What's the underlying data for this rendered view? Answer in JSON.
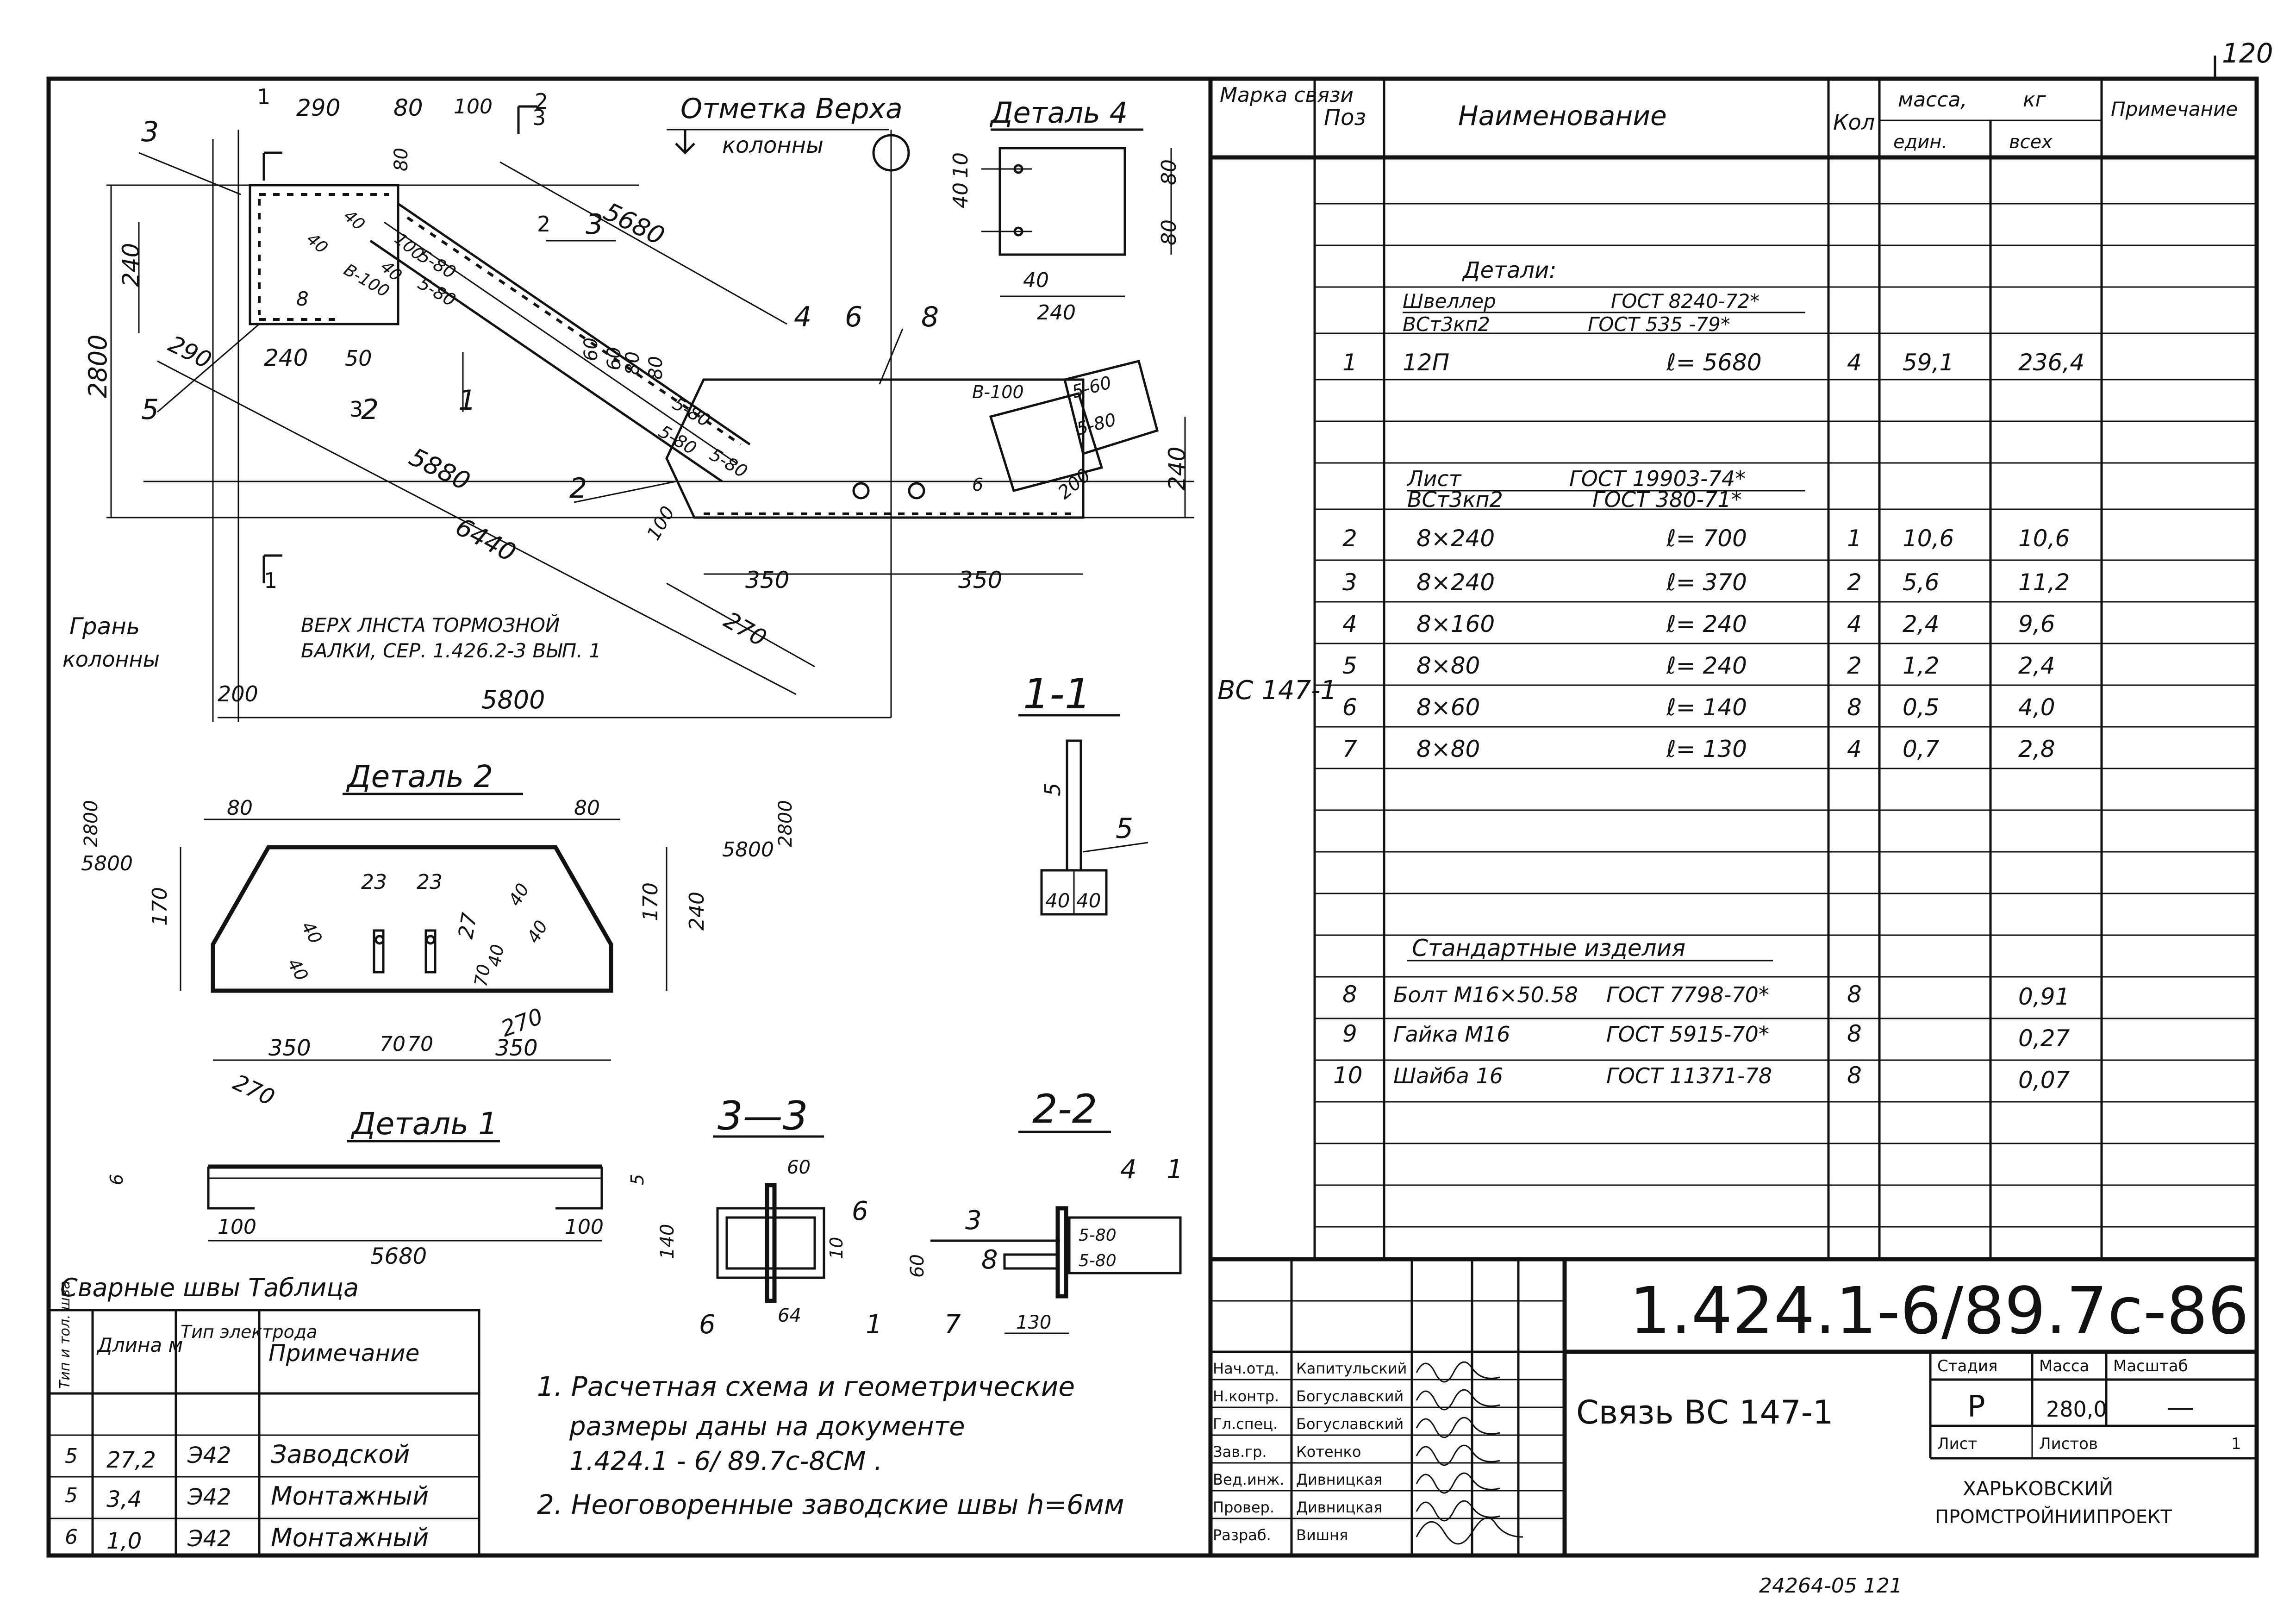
{
  "page_number": "120",
  "drawing": {
    "views": {
      "main": {
        "labels": {
          "column_top_mark_line1": "Отметка Верха",
          "column_top_mark_line2": "колонны",
          "column_face_line1": "Грань",
          "column_face_line2": "колонны",
          "brake_sheet_line1": "ВЕРХ ЛНСТА ТОРМОЗНОЙ",
          "brake_sheet_line2": "БАЛКИ, СЕР. 1.426.2-3 ВЫП. 1"
        },
        "dims": [
          "290",
          "80",
          "100",
          "5680",
          "240",
          "2800",
          "290",
          "240",
          "50",
          "5880",
          "6440",
          "350",
          "350",
          "270",
          "200",
          "5800",
          "80",
          "40",
          "40",
          "40",
          "100",
          "60",
          "60",
          "80",
          "80",
          "8",
          "5-80",
          "5-80",
          "5-80",
          "5-80",
          "5-80",
          "B-100",
          "B-100",
          "5-60",
          "5-80",
          "6",
          "100",
          "240",
          "200"
        ],
        "pos_marks": [
          "3",
          "5",
          "1",
          "2",
          "3",
          "4",
          "6",
          "8",
          "2",
          "4"
        ],
        "section_marks": [
          "1",
          "1",
          "2",
          "2",
          "3",
          "3"
        ]
      },
      "detail4": {
        "title": "Деталь 4",
        "dims": [
          "40",
          "10",
          "80",
          "80",
          "40",
          "240"
        ]
      },
      "section11": {
        "title": "1-1",
        "dims": [
          "40",
          "40",
          "5",
          "5"
        ]
      },
      "detail2": {
        "title": "Деталь 2",
        "dims": [
          "80",
          "80",
          "2800",
          "5800",
          "5800",
          "2800",
          "170",
          "240",
          "170",
          "40",
          "40",
          "23",
          "23",
          "27",
          "40",
          "40",
          "40",
          "70",
          "270",
          "350",
          "70",
          "70",
          "350",
          "270"
        ]
      },
      "detail1": {
        "title": "Деталь 1",
        "dims": [
          "6",
          "100",
          "100",
          "5680",
          "5"
        ]
      },
      "section33": {
        "title": "3—3",
        "dims": [
          "60",
          "140",
          "64",
          "10",
          "6",
          "6",
          "1"
        ]
      },
      "section22": {
        "title": "2-2",
        "dims": [
          "3",
          "4",
          "1",
          "60",
          "5-80",
          "5-80",
          "7",
          "130",
          "8"
        ]
      }
    },
    "welds_table": {
      "title": "Сварные швы  Таблица",
      "headers": [
        "Тип и тол. шва",
        "Длина м",
        "Тип электрода",
        "Примечание"
      ],
      "rows": [
        {
          "type": "5",
          "length": "27,2",
          "electrode": "Э42",
          "note": "Заводской"
        },
        {
          "type": "5",
          "length": "3,4",
          "electrode": "Э42",
          "note": "Монтажный"
        },
        {
          "type": "6",
          "length": "1,0",
          "electrode": "Э42",
          "note": "Монтажный"
        }
      ]
    },
    "notes": [
      "1. Расчетная схема и геометрические",
      "размеры даны на документе",
      "1.424.1 - 6/ 89.7с-8СМ .",
      "2. Неоговоренные заводские швы h=6мм"
    ]
  },
  "spec": {
    "headers": {
      "mark": "Марка связи",
      "pos": "Поз",
      "name": "Наименование",
      "qty": "Кол",
      "mass": "масса,",
      "mass_unit": "кг",
      "unit": "един.",
      "all": "всех",
      "note": "Примечание"
    },
    "mark": "ВС 147-1",
    "sections": [
      {
        "title": "Детали:",
        "std1_name": "Швеллер",
        "std1_gost": "ГОСТ 8240-72*",
        "std2_name": "ВСт3кп2",
        "std2_gost": "ГОСТ 535 -79*"
      },
      {
        "std1_name": "Лист",
        "std1_gost": "ГОСТ 19903-74*",
        "std2_name": "ВСт3кп2",
        "std2_gost": "ГОСТ 380-71*"
      },
      {
        "title": "Стандартные изделия"
      }
    ],
    "rows": [
      {
        "pos": "1",
        "name": "12П",
        "len": "ℓ= 5680",
        "qty": "4",
        "unit": "59,1",
        "all": "236,4"
      },
      {
        "pos": "2",
        "name": "8×240",
        "len": "ℓ= 700",
        "qty": "1",
        "unit": "10,6",
        "all": "10,6"
      },
      {
        "pos": "3",
        "name": "8×240",
        "len": "ℓ= 370",
        "qty": "2",
        "unit": "5,6",
        "all": "11,2"
      },
      {
        "pos": "4",
        "name": "8×160",
        "len": "ℓ= 240",
        "qty": "4",
        "unit": "2,4",
        "all": "9,6"
      },
      {
        "pos": "5",
        "name": "8×80",
        "len": "ℓ= 240",
        "qty": "2",
        "unit": "1,2",
        "all": "2,4"
      },
      {
        "pos": "6",
        "name": "8×60",
        "len": "ℓ= 140",
        "qty": "8",
        "unit": "0,5",
        "all": "4,0"
      },
      {
        "pos": "7",
        "name": "8×80",
        "len": "ℓ= 130",
        "qty": "4",
        "unit": "0,7",
        "all": "2,8"
      },
      {
        "pos": "8",
        "name": "Болт М16×50.58",
        "len": "ГОСТ 7798-70*",
        "qty": "8",
        "unit": "",
        "all": "0,91"
      },
      {
        "pos": "9",
        "name": "Гайка М16",
        "len": "ГОСТ 5915-70*",
        "qty": "8",
        "unit": "",
        "all": "0,27"
      },
      {
        "pos": "10",
        "name": "Шайба 16",
        "len": "ГОСТ 11371-78",
        "qty": "8",
        "unit": "",
        "all": "0,07"
      }
    ]
  },
  "title_block": {
    "code": "1.424.1-6/89.7с-86",
    "name": "Связь ВС 147-1",
    "stage_label": "Стадия",
    "mass_label": "Масса",
    "scale_label": "Масштаб",
    "stage": "Р",
    "mass": "280,0",
    "scale": "—",
    "sheet_label": "Лист",
    "sheets_label": "Листов",
    "sheets": "1",
    "org_line1": "ХАРЬКОВСКИЙ",
    "org_line2": "ПРОМСТРОЙНИИПРОЕКТ",
    "staff": [
      {
        "role": "Нач.отд.",
        "name": "Капитульский"
      },
      {
        "role": "Н.контр.",
        "name": "Богуславский"
      },
      {
        "role": "Гл.спец.",
        "name": "Богуславский"
      },
      {
        "role": "Зав.гр.",
        "name": "Котенко"
      },
      {
        "role": "Вед.инж.",
        "name": "Дивницкая"
      },
      {
        "role": "Провер.",
        "name": "Дивницкая"
      },
      {
        "role": "Разраб.",
        "name": "Вишня"
      }
    ],
    "footer_stamp": "24264-05  121"
  }
}
